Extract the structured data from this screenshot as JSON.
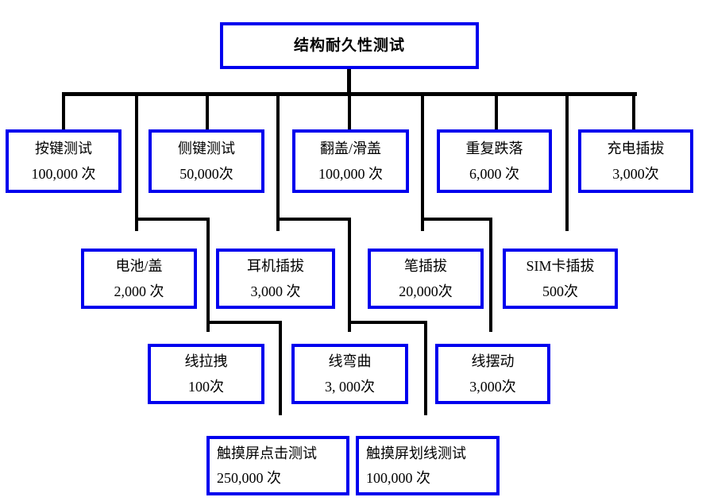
{
  "diagram_title": "结构耐久性测试",
  "colors": {
    "box_border": "#0000EE",
    "connector_line": "#000000",
    "text": "#000000",
    "background": "#FFFFFF"
  },
  "nodes": {
    "root": {
      "label": "结构耐久性测试"
    },
    "key_test": {
      "label": "按键测试",
      "count": "100,000 次"
    },
    "side_key": {
      "label": "侧键测试",
      "count": "50,000次"
    },
    "flip_slide": {
      "label": "翻盖/滑盖",
      "count": "100,000 次"
    },
    "repeat_drop": {
      "label": "重复跌落",
      "count": "6,000 次"
    },
    "charge_plug": {
      "label": "充电插拔",
      "count": "3,000次"
    },
    "battery_cover": {
      "label": "电池/盖",
      "count": "2,000 次"
    },
    "earphone_plug": {
      "label": "耳机插拔",
      "count": "3,000 次"
    },
    "pen_plug": {
      "label": "笔插拔",
      "count": "20,000次"
    },
    "sim_plug": {
      "label": "SIM卡插拔",
      "count": "500次"
    },
    "wire_pull": {
      "label": "线拉拽",
      "count": "100次"
    },
    "wire_bend": {
      "label": "线弯曲",
      "count": "3, 000次"
    },
    "wire_swing": {
      "label": "线摆动",
      "count": "3,000次"
    },
    "touch_click": {
      "label": "触摸屏点击测试",
      "count": "250,000 次"
    },
    "touch_draw": {
      "label": "触摸屏划线测试",
      "count": "100,000 次"
    }
  }
}
